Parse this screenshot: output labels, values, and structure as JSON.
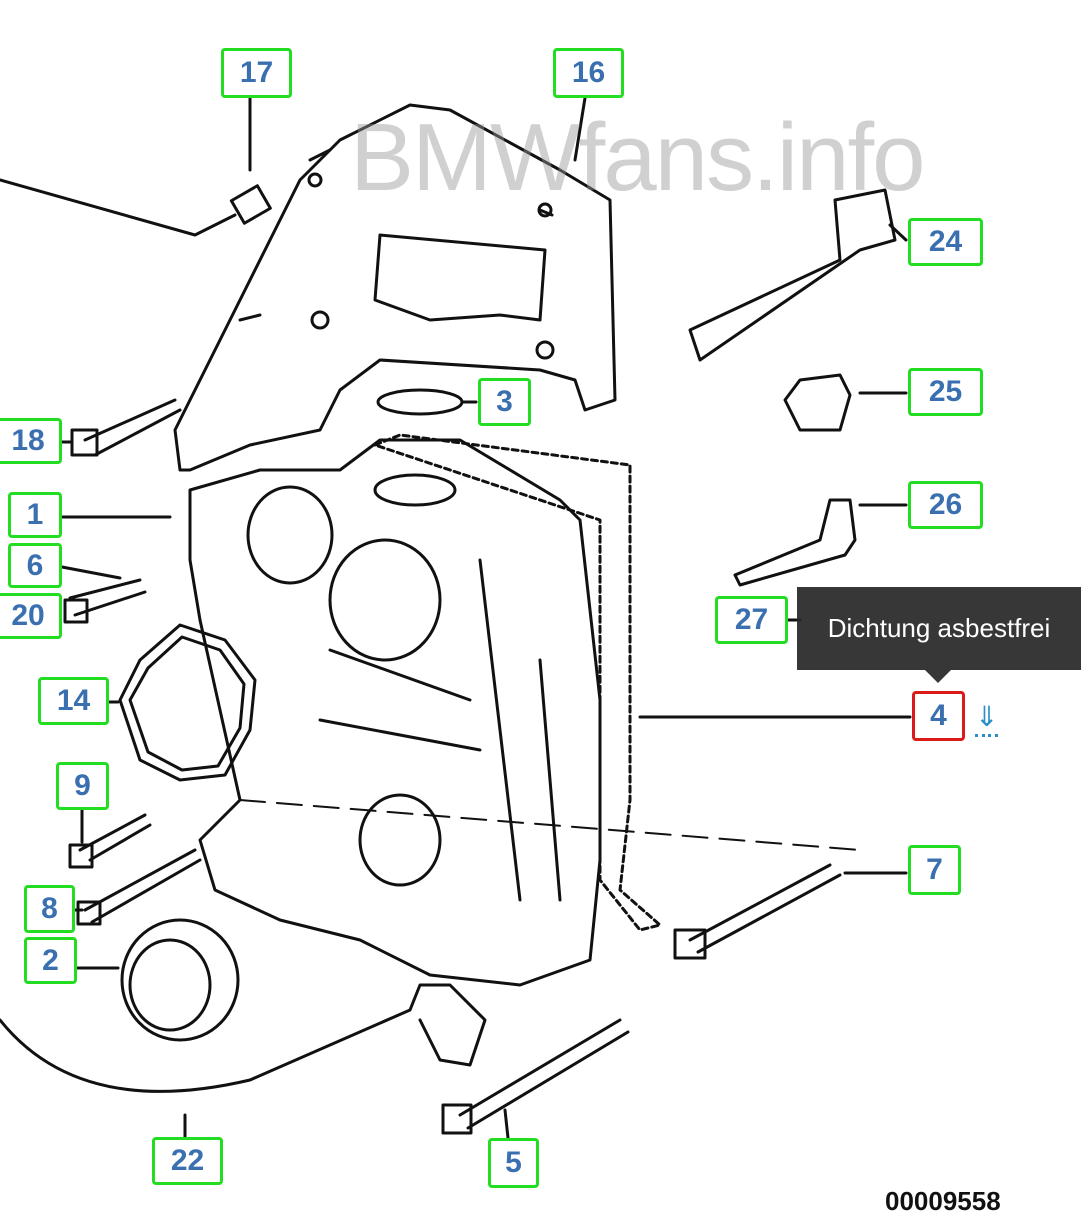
{
  "watermark": "BMWfans.info",
  "labels": [
    {
      "id": "17"
    },
    {
      "id": "16"
    },
    {
      "id": "24"
    },
    {
      "id": "25"
    },
    {
      "id": "26"
    },
    {
      "id": "27"
    },
    {
      "id": "3"
    },
    {
      "id": "18"
    },
    {
      "id": "1"
    },
    {
      "id": "6"
    },
    {
      "id": "20"
    },
    {
      "id": "14"
    },
    {
      "id": "9"
    },
    {
      "id": "8"
    },
    {
      "id": "2"
    },
    {
      "id": "4"
    },
    {
      "id": "7"
    },
    {
      "id": "22"
    },
    {
      "id": "5"
    }
  ],
  "selected_label": "4",
  "tooltip": "Dichtung asbestfrei",
  "download_icon": "⇓",
  "diagram_code": "00009558",
  "colors": {
    "label_border": "#22dd22",
    "selected_border": "#dd1a1a",
    "label_text": "#3a6fb0"
  }
}
